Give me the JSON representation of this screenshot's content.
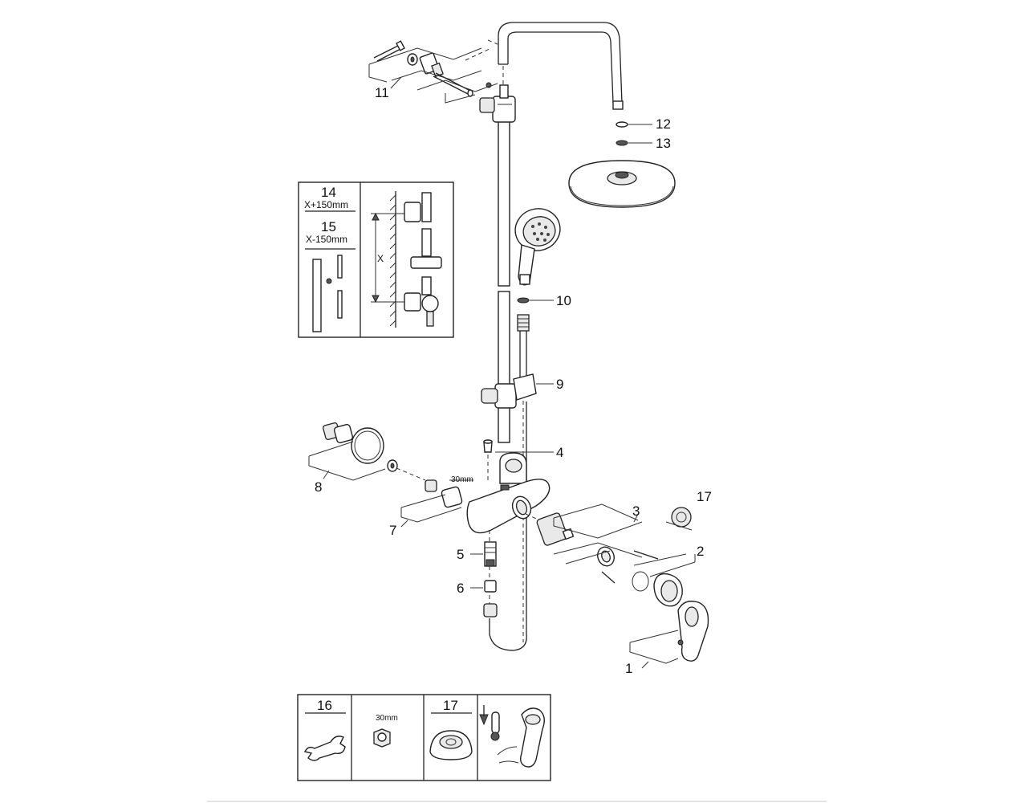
{
  "callouts": {
    "c1": "1",
    "c2": "2",
    "c3": "3",
    "c4": "4",
    "c5": "5",
    "c6": "6",
    "c7": "7",
    "c8": "8",
    "c9": "9",
    "c10": "10",
    "c11": "11",
    "c12": "12",
    "c13": "13",
    "c17": "17"
  },
  "dimension": {
    "d30": "30mm"
  },
  "inset_left": {
    "item14": "14",
    "item14_dim": "X+150mm",
    "item15": "15",
    "item15_dim": "X-150mm",
    "x_label": "X"
  },
  "bottom_box": {
    "cell1_num": "16",
    "cell2_dim": "30mm",
    "cell3_num": "17"
  }
}
